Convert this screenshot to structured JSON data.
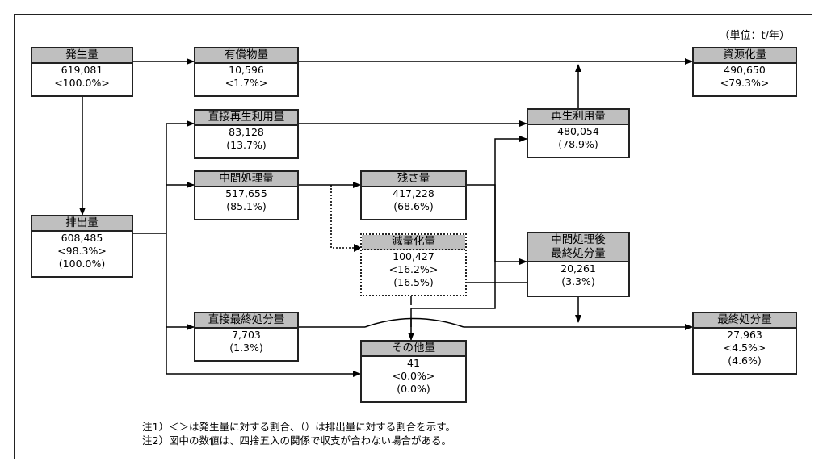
{
  "unit": "（単位：t/年）",
  "nodes": {
    "hassei": {
      "title": "発生量",
      "v1": "619,081",
      "v2": "<100.0%>"
    },
    "haishutsu": {
      "title": "排出量",
      "v1": "608,485",
      "v2": "<98.3%>",
      "v3": "(100.0%)"
    },
    "yushobutsu": {
      "title": "有償物量",
      "v1": "10,596",
      "v2": "<1.7%>"
    },
    "chokusetsu_saisei": {
      "title": "直接再生利用量",
      "v1": "83,128",
      "v2": "(13.7%)"
    },
    "chukan_shori": {
      "title": "中間処理量",
      "v1": "517,655",
      "v2": "(85.1%)"
    },
    "chokusetsu_saishu": {
      "title": "直接最終処分量",
      "v1": "7,703",
      "v2": "(1.3%)"
    },
    "zansa": {
      "title": "残さ量",
      "v1": "417,228",
      "v2": "(68.6%)"
    },
    "genryoka": {
      "title": "減量化量",
      "v1": "100,427",
      "v2": "<16.2%>",
      "v3": "(16.5%)"
    },
    "sonota": {
      "title": "その他量",
      "v1": "41",
      "v2": "<0.0%>",
      "v3": "(0.0%)"
    },
    "saisei_riyo": {
      "title": "再生利用量",
      "v1": "480,054",
      "v2": "(78.9%)"
    },
    "chukan_go_saishu": {
      "title_line1": "中間処理後",
      "title_line2": "最終処分量",
      "v1": "20,261",
      "v2": "(3.3%)"
    },
    "shigenka": {
      "title": "資源化量",
      "v1": "490,650",
      "v2": "<79.3%>"
    },
    "saishu_shobun": {
      "title": "最終処分量",
      "v1": "27,963",
      "v2": "<4.5%>",
      "v3": "(4.6%)"
    }
  },
  "notes": [
    "注1）＜＞は発生量に対する割合、（）は排出量に対する割合を示す。",
    "注2）図中の数値は、四捨五入の関係で収支が合わない場合がある。"
  ]
}
